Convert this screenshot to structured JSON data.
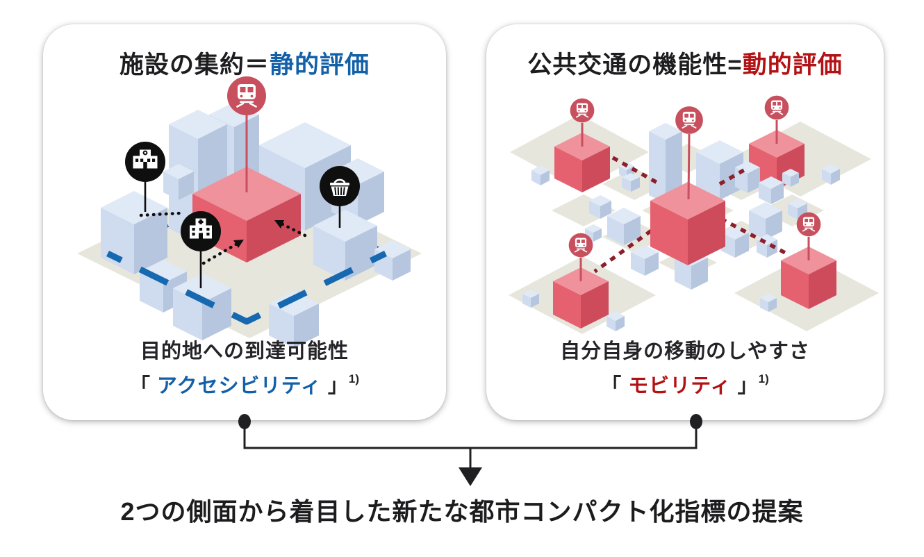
{
  "colors": {
    "accent_blue": "#1360a8",
    "accent_red": "#b31114",
    "ink": "#1d1d1f",
    "pin_red": "#c84f5e",
    "cube_red_top": "#f0929b",
    "cube_red_left": "#e5616f",
    "cube_red_right": "#ce4b5c",
    "bld_top": "#e0e9f6",
    "bld_left": "#cfdcef",
    "bld_right": "#b6c6df",
    "ground": "#e7e6dc",
    "boundary_blue": "#1668b0",
    "dot_red": "#8c1f2b",
    "icon_black": "#0f0f10"
  },
  "left_panel": {
    "title": {
      "plain": "施設の集約＝",
      "accent": "静的評価"
    },
    "caption": {
      "line1": "目的地への到達可能性",
      "open": "「 ",
      "accent": "アクセシビリティ",
      "close": " 」",
      "sup": "1)"
    },
    "pin_icons": [
      "train-icon",
      "school-icon",
      "hospital-icon",
      "basket-icon"
    ]
  },
  "right_panel": {
    "title": {
      "plain": "公共交通の機能性=",
      "accent": "動的評価"
    },
    "caption": {
      "line1": "自分自身の移動のしやすさ",
      "open": "「 ",
      "accent": "モビリティ",
      "close": " 」",
      "sup": "1)"
    },
    "pin_icons": [
      "train-icon",
      "train-icon",
      "train-icon",
      "train-icon",
      "train-icon"
    ]
  },
  "footer": {
    "text": "2つの側面から着目した新たな都市コンパクト化指標の提案"
  }
}
